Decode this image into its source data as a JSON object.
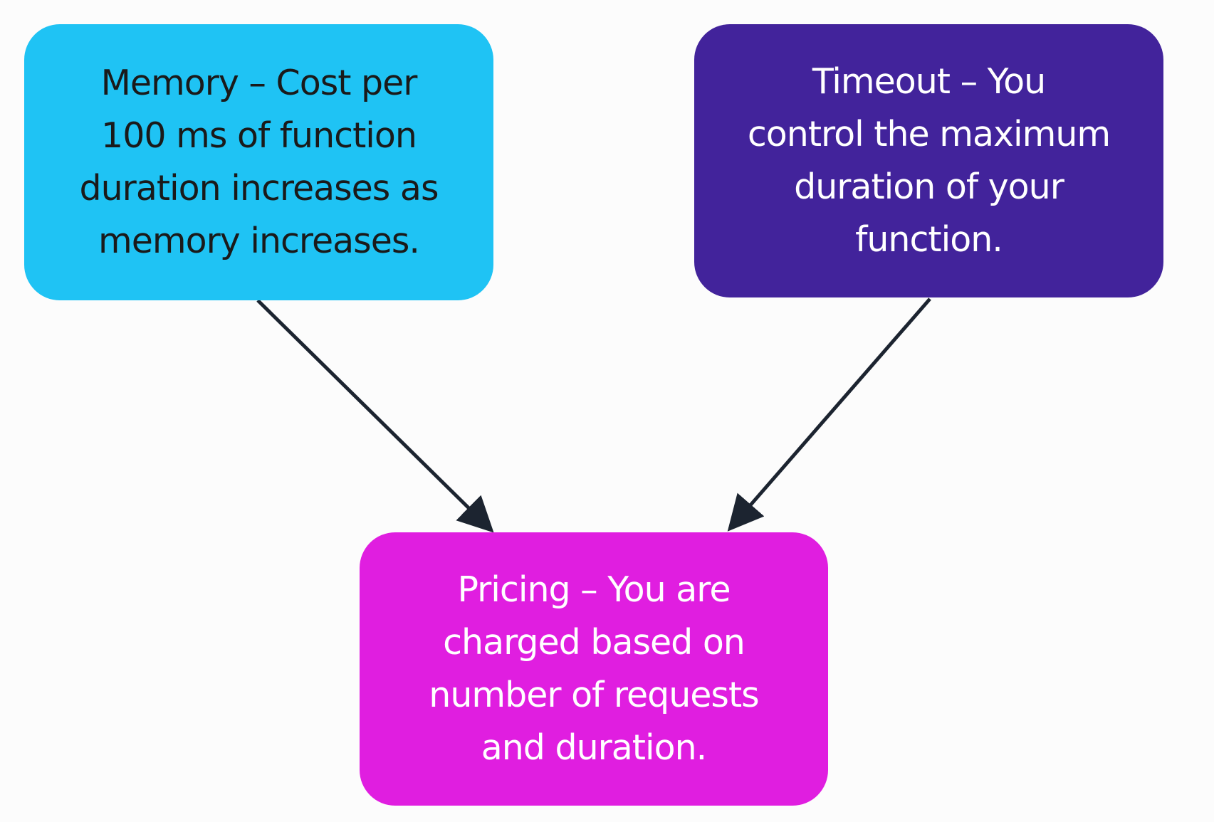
{
  "diagram": {
    "colors": {
      "memory_fill": "#1fc3f4",
      "timeout_fill": "#42239b",
      "pricing_fill": "#e01ee0",
      "arrow": "#1c2430"
    },
    "nodes": {
      "memory": {
        "text": "Memory – Cost per\n100 ms of function\nduration increases as\nmemory increases."
      },
      "timeout": {
        "text": "Timeout – You\ncontrol the maximum\nduration of your\nfunction."
      },
      "pricing": {
        "text": "Pricing – You are\ncharged based on\nnumber of requests\nand duration."
      }
    },
    "edges": [
      {
        "from": "memory",
        "to": "pricing"
      },
      {
        "from": "timeout",
        "to": "pricing"
      }
    ]
  }
}
